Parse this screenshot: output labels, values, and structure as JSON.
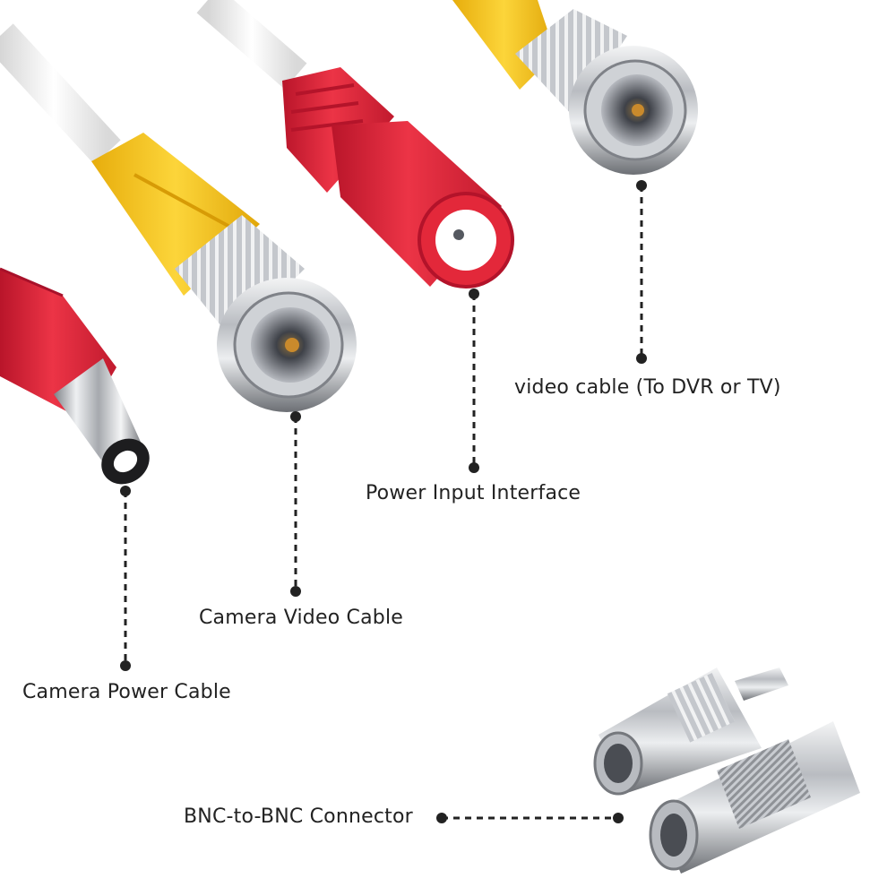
{
  "labels": {
    "video_cable_dvr": "video cable (To DVR or TV)",
    "power_input_interface": "Power Input Interface",
    "camera_video_cable": "Camera Video Cable",
    "camera_power_cable": "Camera Power Cable",
    "bnc_to_bnc_connector": "BNC-to-BNC Connector"
  },
  "colors": {
    "background": "#ffffff",
    "cable": "#f2f2f2",
    "red_plug": "#e3283a",
    "yellow_boot": "#f5c318",
    "chrome": "#c9ccd1",
    "leader_line": "#222222"
  }
}
